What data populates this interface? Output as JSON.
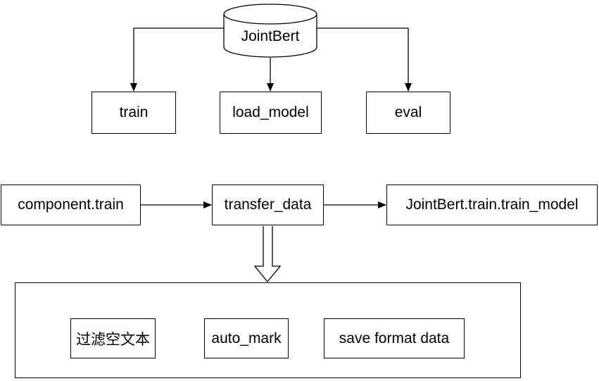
{
  "diagram": {
    "database": {
      "label": "JointBert",
      "shape": "cylinder"
    },
    "methods": [
      {
        "id": "train",
        "label": "train"
      },
      {
        "id": "load_model",
        "label": "load_model"
      },
      {
        "id": "eval",
        "label": "eval"
      }
    ],
    "train_flow": [
      {
        "id": "component_train",
        "label": "component.train"
      },
      {
        "id": "transfer_data",
        "label": "transfer_data"
      },
      {
        "id": "jointbert_train_train_model",
        "label": "JointBert.train.train_model"
      }
    ],
    "transfer_data_detail": [
      {
        "id": "filter_empty_text",
        "label": "过滤空文本"
      },
      {
        "id": "auto_mark",
        "label": "auto_mark"
      },
      {
        "id": "save_format_data",
        "label": "save format data"
      }
    ],
    "connections": [
      {
        "from": "JointBert",
        "to": "train"
      },
      {
        "from": "JointBert",
        "to": "load_model"
      },
      {
        "from": "JointBert",
        "to": "eval"
      },
      {
        "from": "component.train",
        "to": "transfer_data"
      },
      {
        "from": "transfer_data",
        "to": "JointBert.train.train_model"
      },
      {
        "from": "transfer_data",
        "to": "detail-group",
        "style": "block-arrow"
      },
      {
        "from": "过滤空文本",
        "to": "auto_mark"
      },
      {
        "from": "auto_mark",
        "to": "save format data"
      }
    ],
    "colors": {
      "stroke": "#000000",
      "fill": "#ffffff",
      "text": "#000000"
    }
  }
}
